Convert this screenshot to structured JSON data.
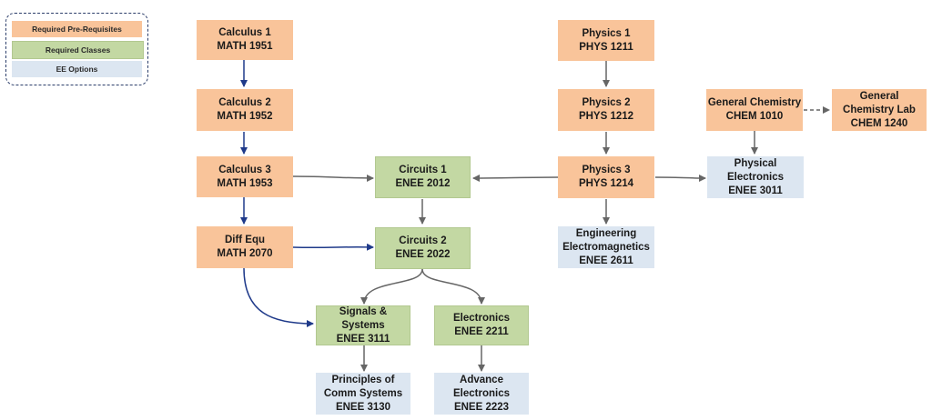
{
  "legend": {
    "prereq": "Required Pre-Requisites",
    "required": "Required Classes",
    "options": "EE Options"
  },
  "colors": {
    "prereq": "#f9c49a",
    "required": "#c3d8a3",
    "option": "#dce6f1",
    "math_arrow": "#1f3a8a",
    "gray_arrow": "#666666"
  },
  "nodes": {
    "calc1": {
      "title": "Calculus 1",
      "code": "MATH 1951"
    },
    "calc2": {
      "title": "Calculus 2",
      "code": "MATH 1952"
    },
    "calc3": {
      "title": "Calculus 3",
      "code": "MATH 1953"
    },
    "diffeq": {
      "title": "Diff Equ",
      "code": "MATH 2070"
    },
    "phys1": {
      "title": "Physics 1",
      "code": "PHYS 1211"
    },
    "phys2": {
      "title": "Physics 2",
      "code": "PHYS 1212"
    },
    "phys3": {
      "title": "Physics 3",
      "code": "PHYS 1214"
    },
    "genchem": {
      "title": "General Chemistry",
      "code": "CHEM 1010"
    },
    "genchemlab": {
      "title": "General Chemistry Lab",
      "code": "CHEM 1240"
    },
    "circ1": {
      "title": "Circuits 1",
      "code": "ENEE 2012"
    },
    "circ2": {
      "title": "Circuits 2",
      "code": "ENEE 2022"
    },
    "signals": {
      "title": "Signals & Systems",
      "code": "ENEE 3111"
    },
    "electronics": {
      "title": "Electronics",
      "code": "ENEE 2211"
    },
    "physelec": {
      "title": "Physical Electronics",
      "code": "ENEE 3011"
    },
    "emag": {
      "title": "Engineering Electromagnetics",
      "code": "ENEE 2611"
    },
    "comm": {
      "title": "Principles of Comm Systems",
      "code": "ENEE 3130"
    },
    "advelec": {
      "title": "Advance Electronics",
      "code": "ENEE 2223"
    }
  }
}
